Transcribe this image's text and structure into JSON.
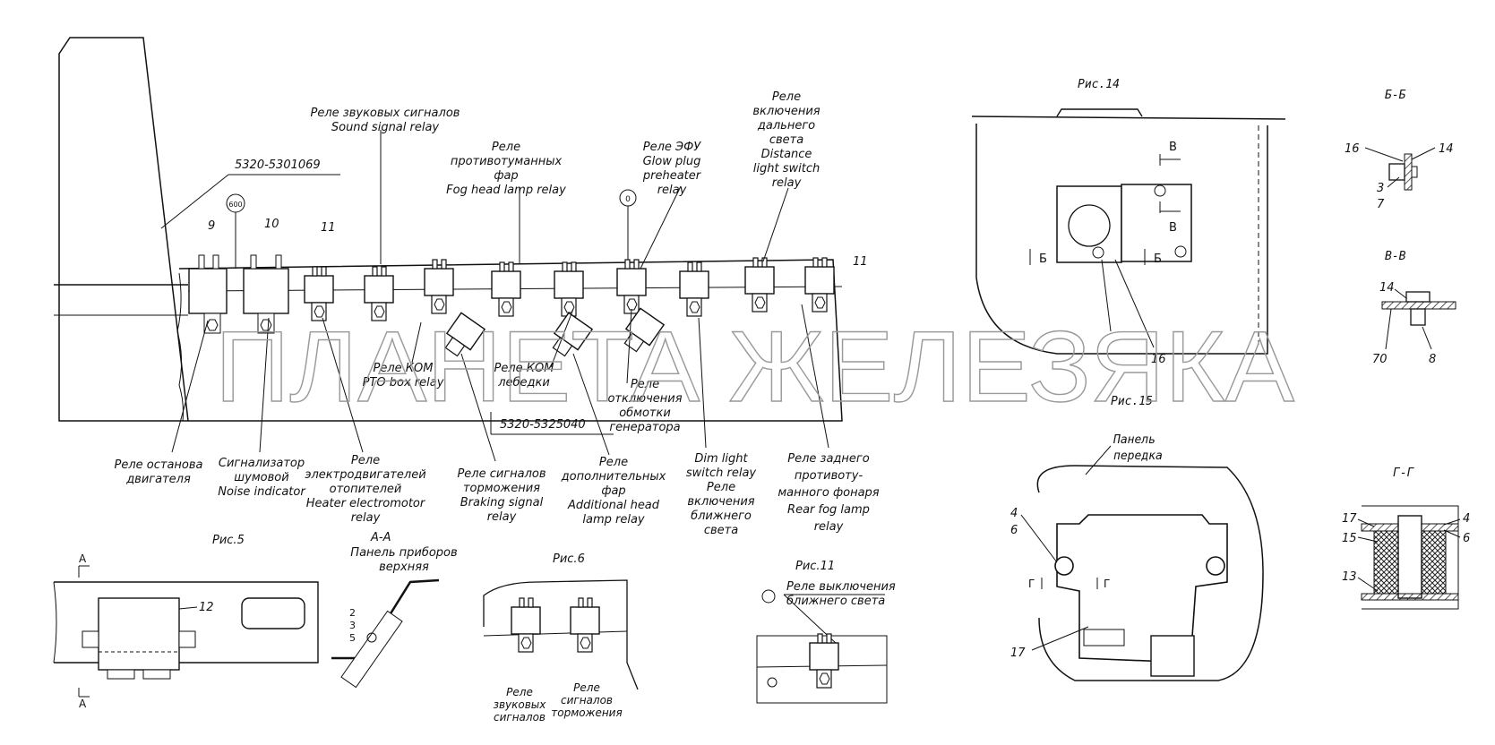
{
  "part_numbers": {
    "harness_1": "5320-5301069",
    "harness_2": "5320-5325040"
  },
  "figure_titles": {
    "fig5": "Рис.5",
    "fig6": "Рис.6",
    "fig11": "Рис.11",
    "fig14": "Рис.14",
    "fig15": "Рис.15"
  },
  "section_labels": {
    "aa": "А-А",
    "bb": "Б-Б",
    "vv": "В-В",
    "gg": "Г-Г",
    "a_mark": "А",
    "b_mark": "Б",
    "v_mark": "В",
    "g_mark": "Г"
  },
  "panel_labels": {
    "instrument_panel": [
      "Панель приборов",
      "верхняя"
    ],
    "front_panel": [
      "Панель",
      "передка"
    ]
  },
  "circle_labels": {
    "c600": "600",
    "c0": "0"
  },
  "position_numbers": {
    "p9": "9",
    "p10": "10",
    "p11": "11",
    "p12": "12",
    "p2": "2",
    "p3": "3",
    "p4": "4",
    "p5": "5",
    "p6": "6",
    "p7": "7",
    "p8": "8",
    "p13": "13",
    "p14": "14",
    "p15": "15",
    "p16": "16",
    "p17": "17",
    "p70": "70"
  },
  "callouts": {
    "sound_signal": [
      "Реле звуковых сигналов",
      "Sound signal relay"
    ],
    "fog_head": [
      "Реле",
      "противотуманных",
      "фар",
      "Fog head lamp relay"
    ],
    "glow_plug": [
      "Реле ЭФУ",
      "Glow plug",
      "preheater",
      "relay"
    ],
    "distance_light": [
      "Реле",
      "включения",
      "дальнего",
      "света",
      "Distance",
      "light switch",
      "relay"
    ],
    "pto_box": [
      "Реле КОМ",
      "PTO box relay"
    ],
    "kom_winch": [
      "Реле КОМ",
      "лебедки"
    ],
    "generator_off": [
      "Реле",
      "отключения",
      "обмотки",
      "генератора"
    ],
    "engine_stop": [
      "Реле останова",
      "двигателя"
    ],
    "noise_indicator": [
      "Сигнализатор",
      "шумовой",
      "Noise indicator"
    ],
    "heater_motor": [
      "Реле",
      "электродвигателей",
      "отопителей",
      "Heater electromotor",
      "relay"
    ],
    "braking_signal": [
      "Реле сигналов",
      "торможения",
      "Braking signal",
      "relay"
    ],
    "additional_head": [
      "Реле",
      "дополнительных",
      "фар",
      "Additional head",
      "lamp relay"
    ],
    "dim_light": [
      "Dim light",
      "switch relay",
      "Реле",
      "включения",
      "ближнего",
      "света"
    ],
    "rear_fog": [
      "Реле заднего",
      "противоту-",
      "манного фонаря",
      "Rear fog lamp",
      "relay"
    ],
    "fig6_sound": [
      "Реле",
      "звуковых",
      "сигналов"
    ],
    "fig6_brake": [
      "Реле",
      "сигналов",
      "торможения"
    ],
    "fig11_dim": [
      "Реле выключения",
      "ближнего света"
    ]
  },
  "watermark": "ПЛАНЕТА ЖЕЛЕЗЯКА"
}
